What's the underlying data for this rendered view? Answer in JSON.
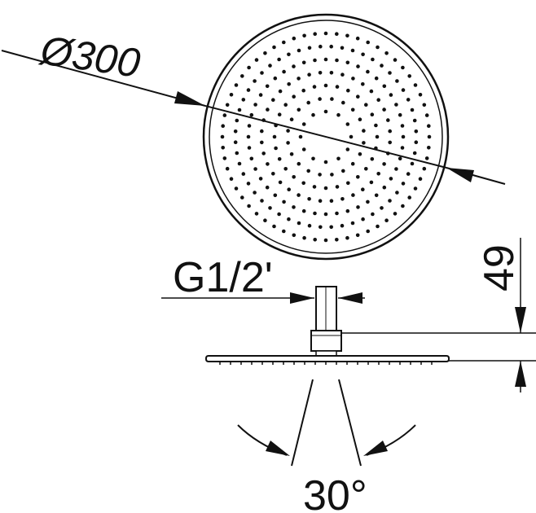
{
  "dimensions": {
    "diameter": "Ø300",
    "connection": "G1/2'",
    "height": "49",
    "spray_angle": "30°"
  },
  "colors": {
    "line": "#111111",
    "background": "#ffffff"
  }
}
